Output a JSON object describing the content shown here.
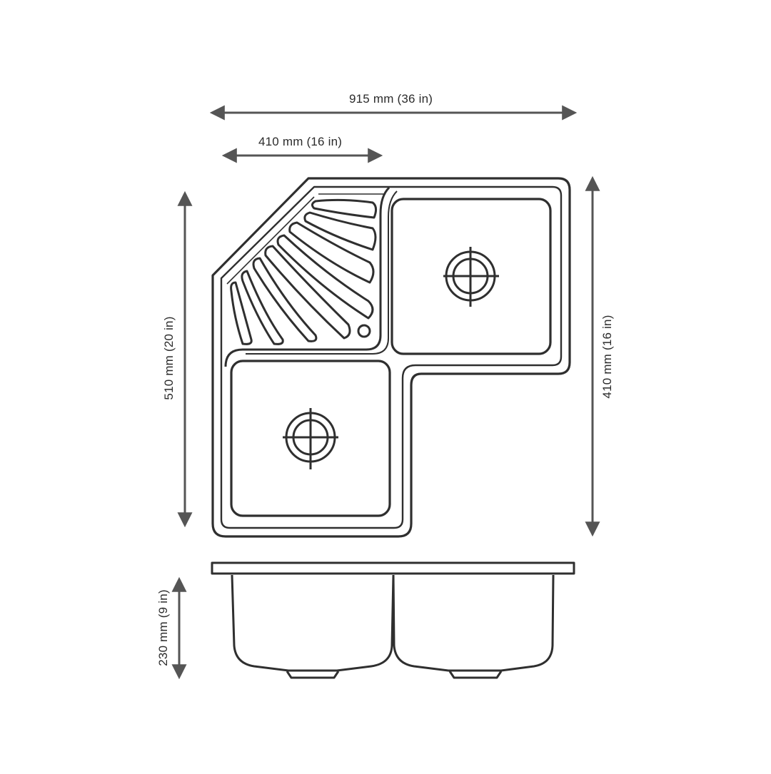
{
  "dimensions": {
    "overall_width": "915 mm (36 in)",
    "bowl_width": "410 mm (16 in)",
    "overall_depth": "510 mm (20 in)",
    "side_depth": "410 mm (16 in)",
    "bowl_height": "230 mm (9 in)"
  },
  "colors": {
    "line": "#2f2f2f",
    "arrow": "#555555",
    "background": "#ffffff"
  }
}
